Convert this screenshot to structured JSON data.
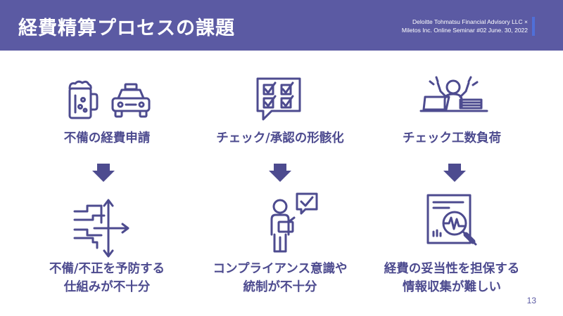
{
  "header": {
    "title": "経費精算プロセスの課題",
    "subtitle_line1": "Deloitte Tohmatsu Financial Advisory LLC ×",
    "subtitle_line2": "Miletos Inc. Online Seminar #02 June. 30, 2022"
  },
  "columns": [
    {
      "top_label": "不備の経費申請",
      "bottom_label_line1": "不備/不正を予防する",
      "bottom_label_line2": "仕組みが不十分"
    },
    {
      "top_label": "チェック/承認の形骸化",
      "bottom_label_line1": "コンプライアンス意識や",
      "bottom_label_line2": "統制が不十分"
    },
    {
      "top_label": "チェック工数負荷",
      "bottom_label_line1": "経費の妥当性を担保する",
      "bottom_label_line2": "情報収集が難しい"
    }
  ],
  "footer": {
    "page_number": "13"
  },
  "colors": {
    "header_bg": "#5b5aa3",
    "accent_bar": "#4f6fd8",
    "text": "#4d4b8f",
    "icon": "#4d4b8f",
    "arrow": "#4d4b8f"
  },
  "icons": [
    "beer-mug-icon",
    "taxi-icon",
    "checklist-speech-icon",
    "stressed-worker-icon",
    "crossing-arrows-icon",
    "person-checkmark-icon",
    "document-magnifier-icon"
  ]
}
